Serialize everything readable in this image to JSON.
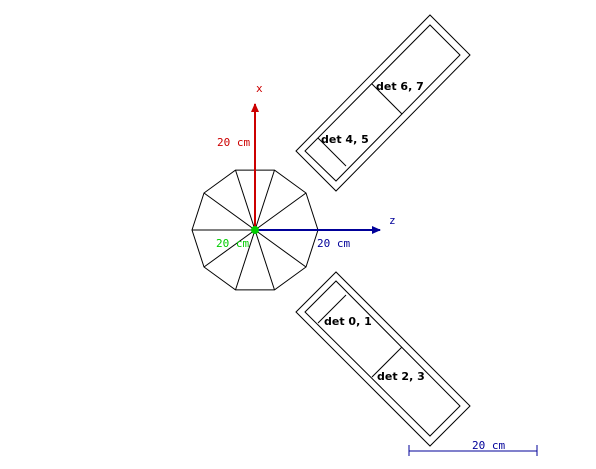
{
  "axes": {
    "x_label": "x",
    "z_label": "z",
    "x_scale_label": "20 cm",
    "y_scale_label": "20 cm",
    "z_scale_label": "20 cm",
    "colors": {
      "x": "#cc0000",
      "y": "#00cc00",
      "z": "#000099"
    }
  },
  "detectors": {
    "upper_top": "det 6, 7",
    "upper_bottom": "det 4, 5",
    "lower_top": "det 0, 1",
    "lower_bottom": "det 2, 3"
  },
  "scale_bar": {
    "label": "20 cm",
    "color": "#000099"
  },
  "icons": [
    "decagon-target-icon"
  ]
}
